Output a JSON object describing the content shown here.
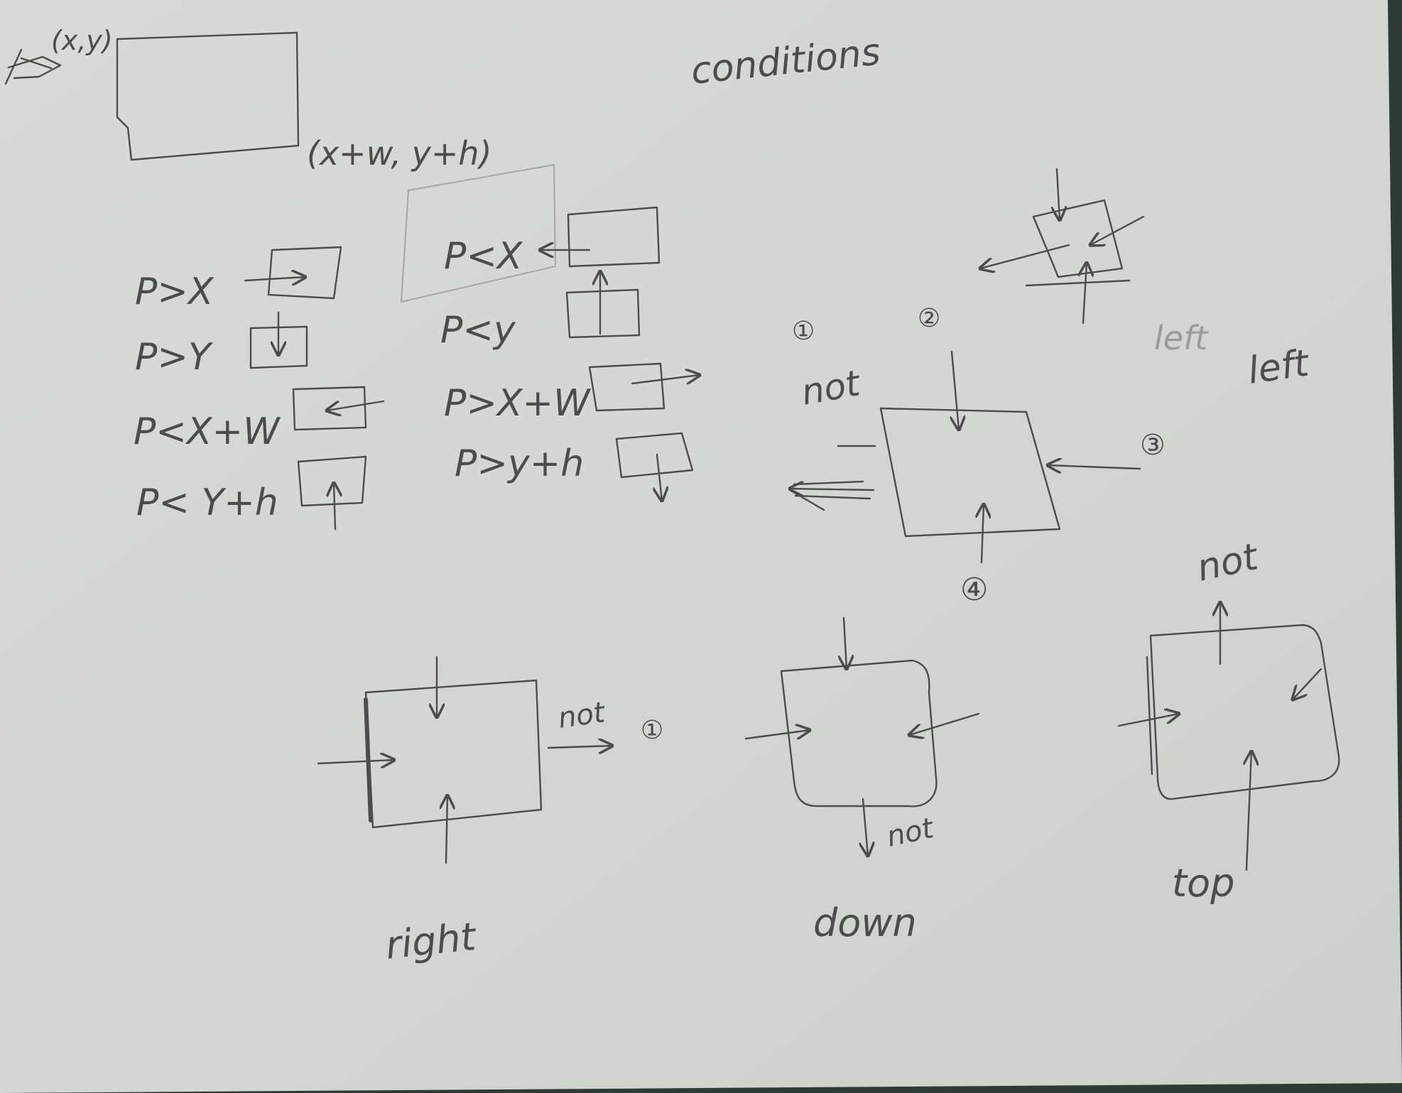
{
  "sheet": {
    "title": "conditions",
    "colors": {
      "paper": "#d6dad4",
      "pencil": "#4a4d4a",
      "edge": "#2e3a36"
    }
  },
  "top_rect": {
    "corner_label": "(x,y)",
    "far_corner_label": "(x+w, y+h)"
  },
  "inside_conditions": [
    {
      "label": "P>X"
    },
    {
      "label": "P>Y"
    },
    {
      "label": "P<X+W"
    },
    {
      "label": "P< Y+h"
    }
  ],
  "outside_conditions": [
    {
      "label": "P<X"
    },
    {
      "label": "P<y"
    },
    {
      "label": "P>X+W"
    },
    {
      "label": "P>y+h"
    }
  ],
  "overview": {
    "not_label": "not",
    "markers": [
      "①",
      "②",
      "③",
      "④"
    ],
    "left_label": "left",
    "left_label_faint": "left"
  },
  "bottom_cases": [
    {
      "caption": "right",
      "not_label": "not",
      "marker": "①"
    },
    {
      "caption": "down",
      "not_label": "not"
    },
    {
      "caption": "top",
      "not_label": "not"
    }
  ]
}
